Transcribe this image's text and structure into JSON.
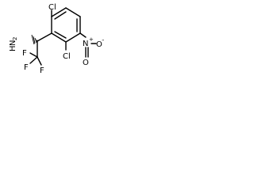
{
  "molecule": {
    "atoms": {
      "cl_top": "Cl",
      "cl_bottom": "Cl",
      "n_amine": "H",
      "n_amine_n": "N",
      "n_amine_sub": "2",
      "f1": "F",
      "f2": "F",
      "f3": "F",
      "nitro_n": "N",
      "nitro_plus": "+",
      "nitro_o1": "O",
      "nitro_o2": "O",
      "nitro_minus": "−"
    }
  }
}
